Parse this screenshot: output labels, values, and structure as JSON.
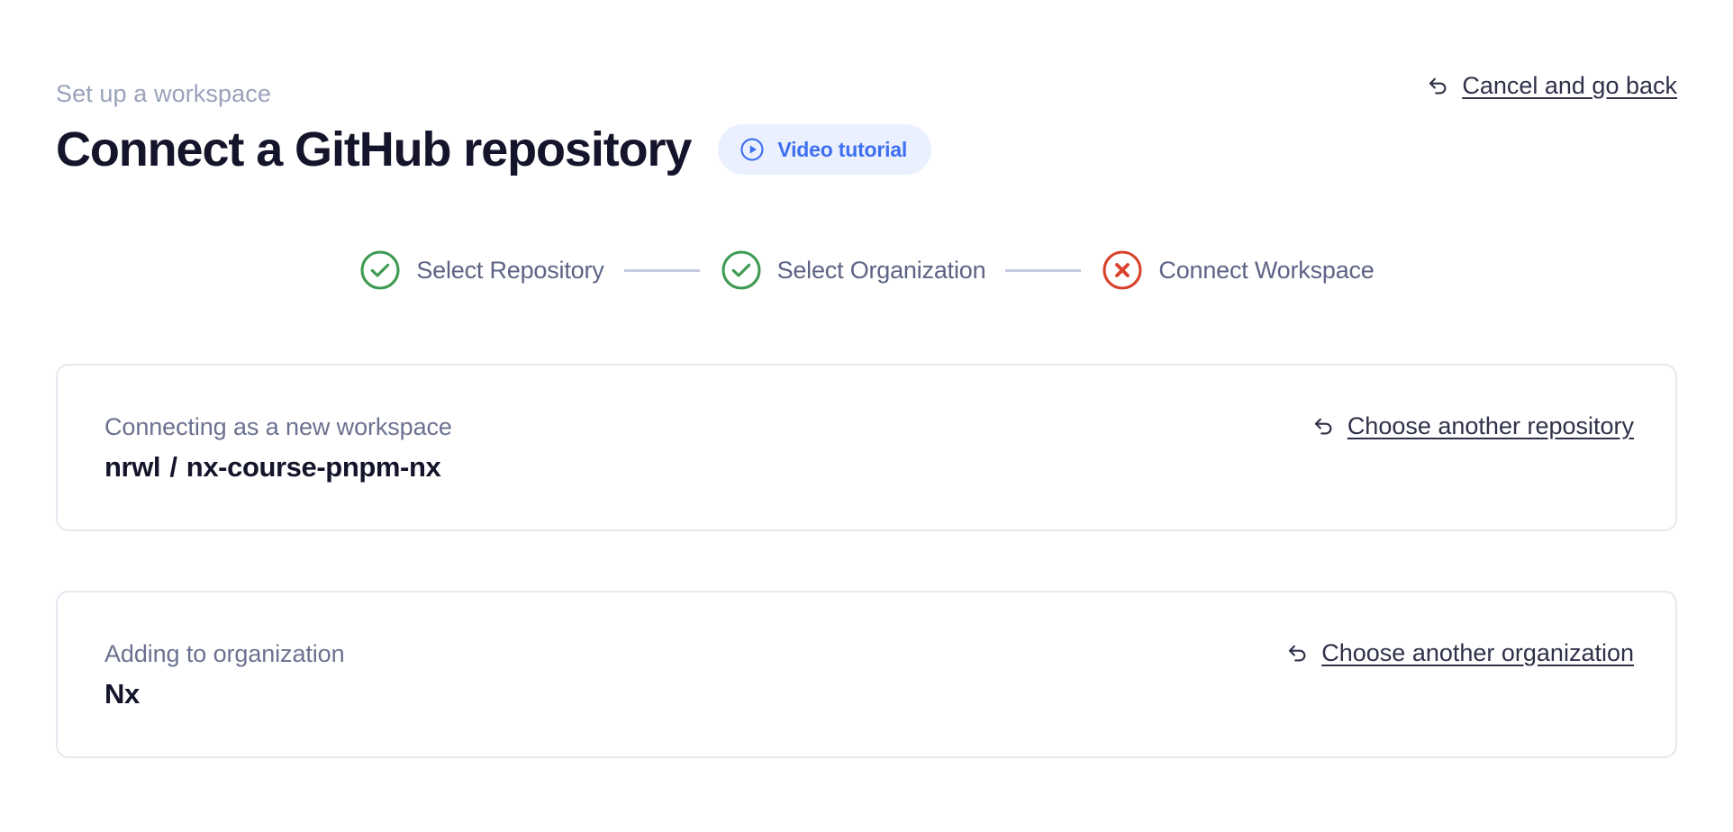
{
  "header": {
    "eyebrow": "Set up a workspace",
    "title": "Connect a GitHub repository",
    "video_tutorial_label": "Video tutorial",
    "video_tutorial_icon": "play-circle-icon",
    "cancel_link_label": "Cancel and go back",
    "cancel_link_icon": "arrow-uturn-left-icon"
  },
  "stepper": {
    "steps": [
      {
        "label": "Select Repository",
        "state": "complete",
        "icon": "check-circle-icon"
      },
      {
        "label": "Select Organization",
        "state": "complete",
        "icon": "check-circle-icon"
      },
      {
        "label": "Connect Workspace",
        "state": "error",
        "icon": "x-circle-icon"
      }
    ]
  },
  "cards": [
    {
      "caption": "Connecting as a new workspace",
      "owner": "nrwl",
      "separator": "/",
      "repo": "nx-course-pnpm-nx",
      "link_label": "Choose another repository",
      "link_icon": "arrow-uturn-left-icon"
    },
    {
      "caption": "Adding to organization",
      "value": "Nx",
      "link_label": "Choose another organization",
      "link_icon": "arrow-uturn-left-icon"
    }
  ],
  "colors": {
    "accent_blue": "#3e6ff0",
    "pill_bg": "#eaf0fe",
    "success_green": "#3f9a52",
    "error_red": "#d9422b",
    "connector": "#c5cade",
    "text_dark": "#14142b",
    "text_muted": "#6b718f",
    "eyebrow": "#9aa2bb",
    "card_border": "#e6e8f0"
  }
}
